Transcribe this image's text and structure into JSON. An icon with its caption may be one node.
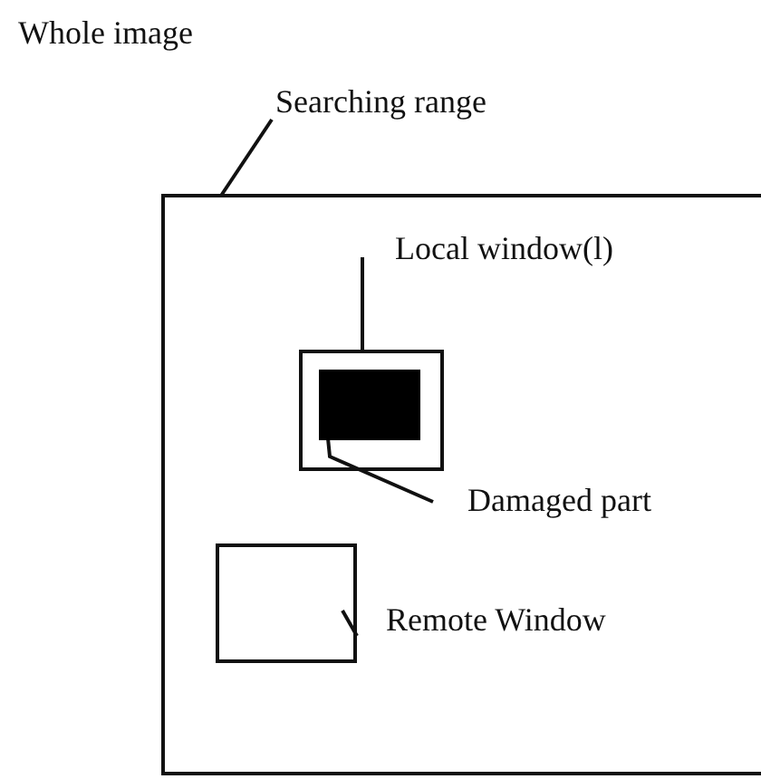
{
  "diagram": {
    "nodes": [
      {
        "text": [
          "Searching range"
        ]
      },
      {
        "text": [],
        "shape": "box"
      },
      {
        "text": [
          "Local window(l)"
        ],
        "in": 1
      },
      {
        "text": [],
        "shape": "box",
        "in": 1
      },
      {
        "text": [],
        "shape": "box",
        "in": 3
      },
      {
        "text": [
          "Damaged part"
        ],
        "in": 1
      },
      {
        "text": [],
        "shape": "box",
        "in": 1
      },
      {
        "text": [
          "Remote Window"
        ],
        "in": 1
      }
    ],
    "edges": [
      {
        "from": 0,
        "to": 1,
        "arrow": "none"
      },
      {
        "from": 2,
        "to": 3,
        "arrow": "none"
      },
      {
        "from": 5,
        "to": 4,
        "arrow": "none"
      },
      {
        "from": 7,
        "to": 6,
        "arrow": "none"
      }
    ],
    "labels": [
      "Whole image"
    ]
  }
}
